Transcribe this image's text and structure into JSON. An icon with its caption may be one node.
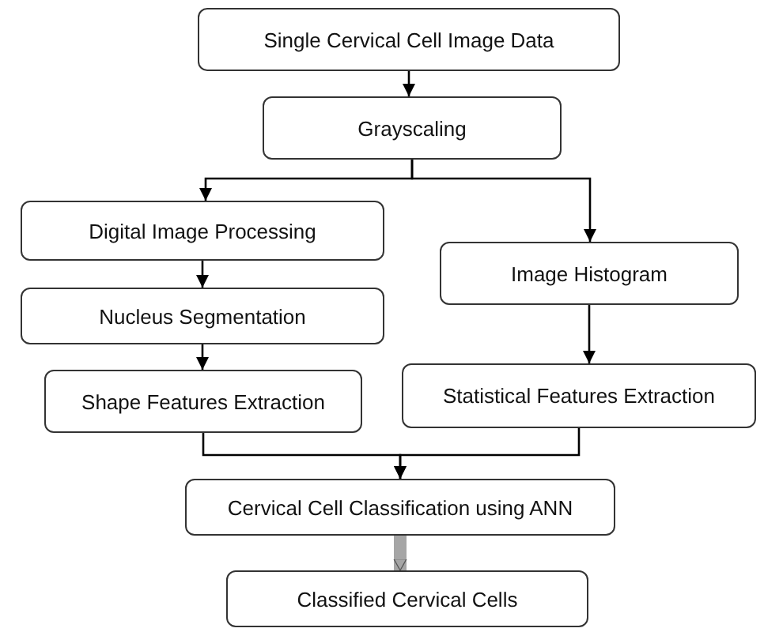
{
  "diagram": {
    "nodes": [
      {
        "text": [
          "Single Cervical Cell Image Data"
        ]
      },
      {
        "text": [
          "Grayscaling"
        ]
      },
      {
        "text": [
          "Digital Image Processing"
        ]
      },
      {
        "text": [
          "Image Histogram"
        ]
      },
      {
        "text": [
          "Nucleus Segmentation"
        ]
      },
      {
        "text": [
          "Shape Features Extraction"
        ]
      },
      {
        "text": [
          "Statistical Features Extraction"
        ]
      },
      {
        "text": [
          "Cervical Cell Classification using ANN"
        ]
      },
      {
        "text": [
          "Classified Cervical Cells"
        ]
      }
    ],
    "edges": [
      {
        "from": 0,
        "to": 1,
        "arrow": "to"
      },
      {
        "from": 1,
        "to": 2,
        "arrow": "to"
      },
      {
        "from": 1,
        "to": 3,
        "arrow": "to"
      },
      {
        "from": 2,
        "to": 4,
        "arrow": "to"
      },
      {
        "from": 4,
        "to": 5,
        "arrow": "to"
      },
      {
        "from": 3,
        "to": 6,
        "arrow": "to"
      },
      {
        "from": 5,
        "to": 7,
        "arrow": "to"
      },
      {
        "from": 6,
        "to": 7,
        "arrow": "to"
      },
      {
        "from": 7,
        "to": 8,
        "arrow": "to",
        "style": "thick",
        "color": "#a6a6a6"
      }
    ]
  }
}
